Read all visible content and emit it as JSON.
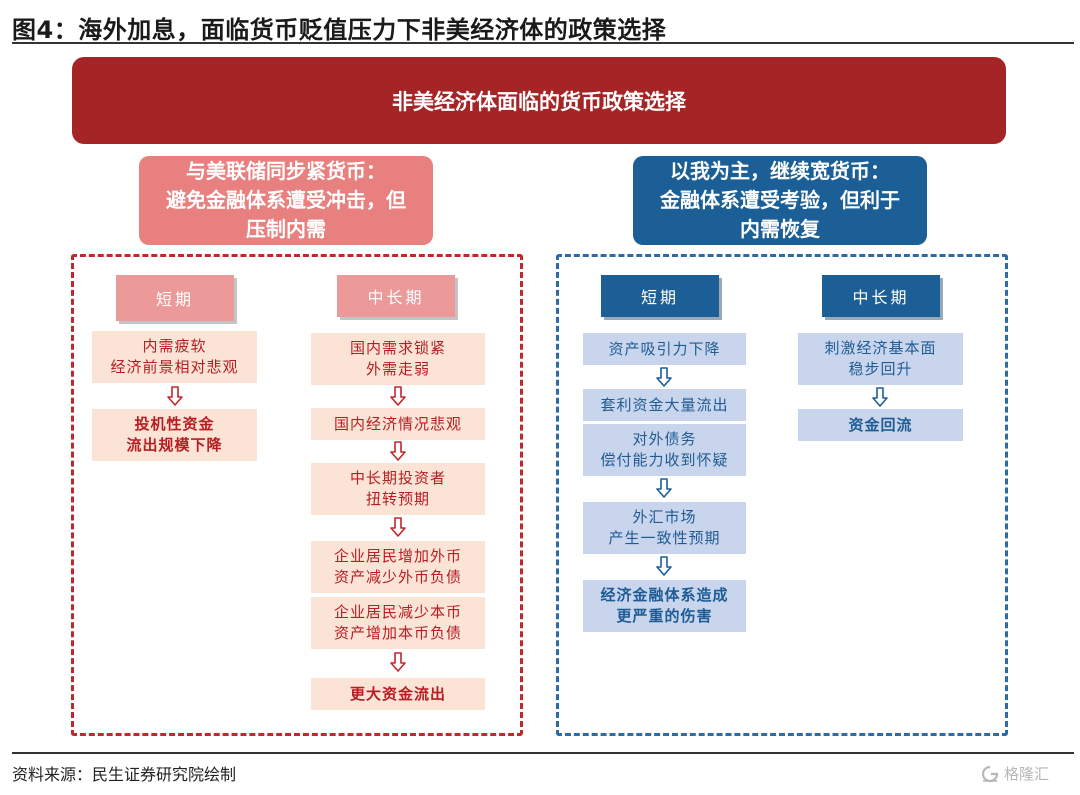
{
  "figure_title": "图4：海外加息，面临货币贬值压力下非美经济体的政策选择",
  "source": "资料来源：民生证券研究院绘制",
  "watermark": "格隆汇",
  "banner": "非美经济体面临的货币政策选择",
  "left_choice": {
    "lines": [
      "与美联储同步紧货币：",
      "避免金融体系遭受冲击，但",
      "压制内需"
    ]
  },
  "right_choice": {
    "lines": [
      "以我为主，继续宽货币：",
      "金融体系遭受考验，但利于",
      "内需恢复"
    ]
  },
  "left_panel": {
    "short_term": {
      "label": "短期",
      "steps": [
        [
          "内需疲软",
          "经济前景相对悲观"
        ],
        [
          "投机性资金",
          "流出规模下降"
        ]
      ]
    },
    "mid_long_term": {
      "label": "中长期",
      "steps": [
        [
          "国内需求锁紧",
          "外需走弱"
        ],
        [
          "国内经济情况悲观"
        ],
        [
          "中长期投资者",
          "扭转预期"
        ],
        [
          "企业居民增加外币",
          "资产减少外币负债"
        ],
        [
          "企业居民减少本币",
          "资产增加本币负债"
        ],
        [
          "更大资金流出"
        ]
      ]
    }
  },
  "right_panel": {
    "short_term": {
      "label": "短期",
      "steps": [
        [
          "资产吸引力下降"
        ],
        [
          "套利资金大量流出"
        ],
        [
          "对外债务",
          "偿付能力收到怀疑"
        ],
        [
          "外汇市场",
          "产生一致性预期"
        ],
        [
          "经济金融体系造成",
          "更严重的伤害"
        ]
      ]
    },
    "mid_long_term": {
      "label": "中长期",
      "steps": [
        [
          "刺激经济基本面",
          "稳步回升"
        ],
        [
          "资金回流"
        ]
      ]
    }
  },
  "colors": {
    "banner": "#a52426",
    "left_accent": "#c0282b",
    "left_choice": "#e8807f",
    "left_box": "#fbe3d6",
    "right_accent": "#1c5f97",
    "right_box": "#c9d5ec"
  },
  "icons": {
    "flow_arrow": "down-arrow-icon",
    "watermark_logo": "gelonghui-logo-icon"
  }
}
